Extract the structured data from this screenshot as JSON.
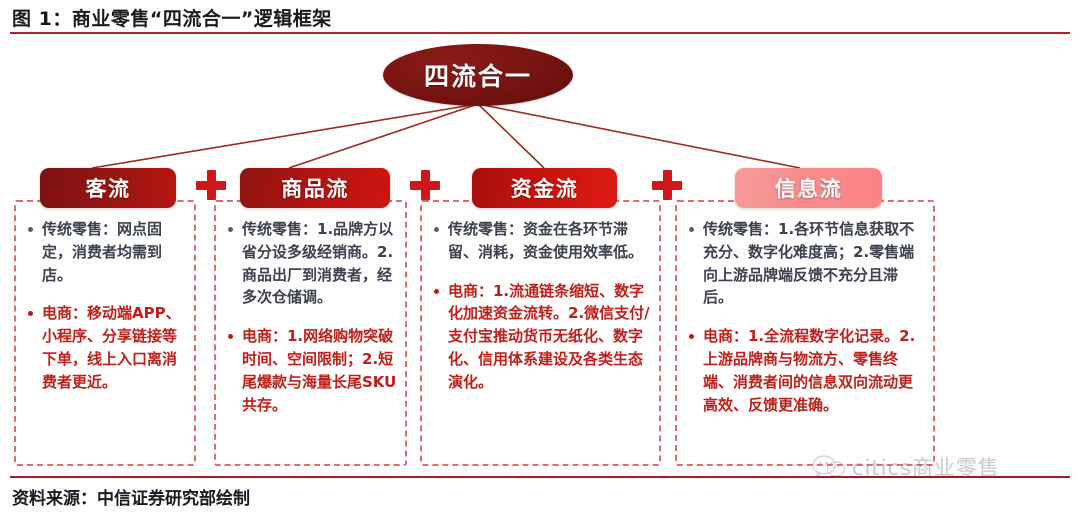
{
  "figure": {
    "title": "图 1：商业零售“四流合一”逻辑框架",
    "source": "资料来源：中信证券研究部绘制",
    "watermark": "citics商业零售",
    "watermark_icon": "wechat-icon"
  },
  "hub": {
    "label": "四流合一",
    "color": "#6d1210"
  },
  "operators": [
    {
      "symbol": "+",
      "name": "plus-1"
    },
    {
      "symbol": "+",
      "name": "plus-2"
    },
    {
      "symbol": "+",
      "name": "plus-3"
    }
  ],
  "columns": [
    {
      "id": "customer-flow",
      "header": "客流",
      "header_color": "#8d1512",
      "bullets": [
        {
          "style": "grey",
          "text": "传统零售：网点固定，消费者均需到店。"
        },
        {
          "style": "red",
          "text": "电商：移动端APP、小程序、分享链接等下单，线上入口离消费者更近。"
        }
      ]
    },
    {
      "id": "goods-flow",
      "header": "商品流",
      "header_color": "#a81410",
      "bullets": [
        {
          "style": "grey",
          "text": "传统零售：1.品牌方以省分设多级经销商。2.商品出厂到消费者，经多次仓储调。"
        },
        {
          "style": "red",
          "text": "电商：1.网络购物突破时间、空间限制；2.短尾爆款与海量长尾SKU共存。"
        }
      ]
    },
    {
      "id": "capital-flow",
      "header": "资金流",
      "header_color": "#c3120d",
      "bullets": [
        {
          "style": "grey",
          "text": "传统零售：资金在各环节滞留、消耗，资金使用效率低。"
        },
        {
          "style": "red",
          "text": "电商：1.流通链条缩短、数字化加速资金流转。2.微信支付/支付宝推动货币无纸化、数字化、信用体系建设及各类生态演化。"
        }
      ]
    },
    {
      "id": "information-flow",
      "header": "信息流",
      "header_color": "#f88c8c",
      "bullets": [
        {
          "style": "grey",
          "text": "传统零售：1.各环节信息获取不充分、数字化难度高；2.零售端向上游品牌端反馈不充分且滞后。"
        },
        {
          "style": "red",
          "text": "电商：1.全流程数字化记录。2.上游品牌商与物流方、零售终端、消费者间的信息双向流动更高效、反馈更准确。"
        }
      ]
    }
  ]
}
